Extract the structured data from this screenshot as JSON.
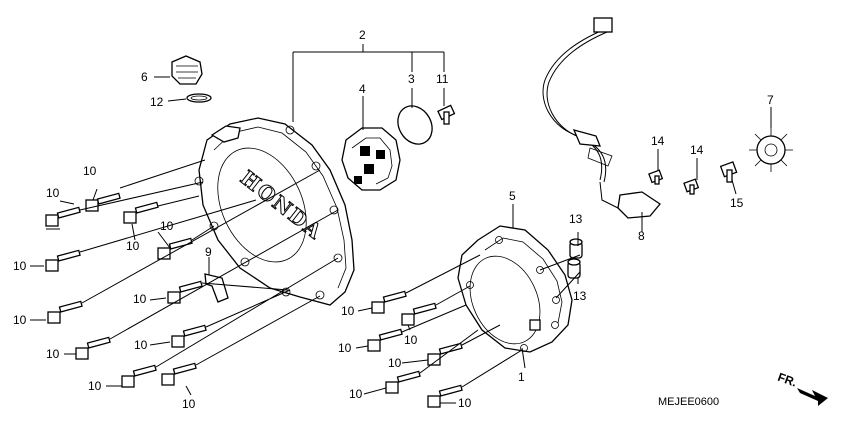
{
  "diagram": {
    "brand_text": "HONDA",
    "diagram_code": "MEJEE0600",
    "direction_label": "FR.",
    "labels": {
      "part_2": "2",
      "part_3": "3",
      "part_4": "4",
      "part_11": "11",
      "part_6": "6",
      "part_12": "12",
      "part_5": "5",
      "part_7": "7",
      "part_8": "8",
      "part_9": "9",
      "part_13a": "13",
      "part_13b": "13",
      "part_14a": "14",
      "part_14b": "14",
      "part_15": "15",
      "part_1": "1",
      "bolt_a": "10",
      "bolt_b": "10",
      "bolt_c": "10",
      "bolt_d": "10",
      "bolt_e": "10",
      "bolt_f": "10",
      "bolt_g": "10",
      "bolt_h": "10",
      "bolt_i": "10",
      "bolt_j": "10",
      "bolt_k": "10",
      "bolt_l": "10",
      "bolt_m": "10",
      "bolt_n": "10",
      "bolt_o": "10",
      "bolt_p": "10",
      "bolt_q": "10"
    }
  }
}
